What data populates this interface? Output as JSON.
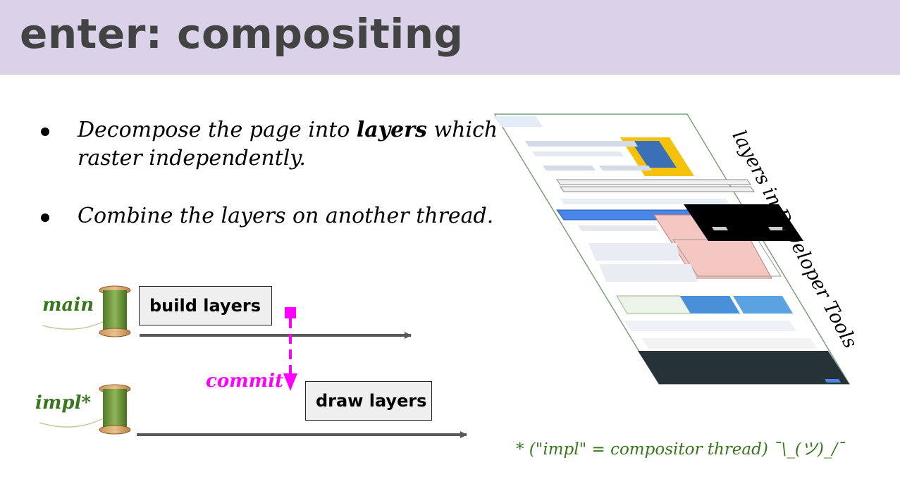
{
  "slide": {
    "title": "enter: compositing"
  },
  "bullets": [
    {
      "pre": "Decompose the page into ",
      "bold": "layers",
      "post": " which raster independently."
    },
    {
      "pre": "Combine the layers on another thread.",
      "bold": "",
      "post": ""
    }
  ],
  "threads": {
    "main_label": "main",
    "impl_label": "impl*"
  },
  "tasks": {
    "build_layers": "build layers",
    "draw_layers": "draw layers"
  },
  "commit_label": "commit",
  "screenshot_caption": "layers in Developer Tools",
  "footnote": "* (\"impl\" = compositor thread) ¯\\_(ツ)_/¯",
  "colors": {
    "header_bg": "#d9d2e9",
    "title_text": "#434343",
    "thread_label": "#38761d",
    "commit": "#ff00ff",
    "arrow": "#595959",
    "box_bg": "#efefef"
  }
}
